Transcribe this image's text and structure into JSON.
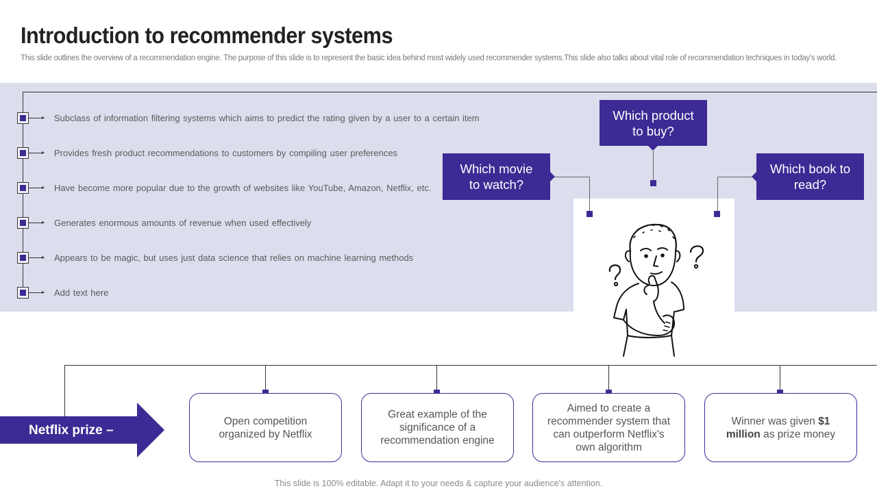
{
  "slide": {
    "title": "Introduction to recommender systems",
    "subtitle": "This slide outlines the overview of a recommendation engine. The purpose of this slide is to represent the basic idea behind most widely used recommender systems.This slide also talks about vital role of recommendation techniques in today's world.",
    "accent_color": "#3d2a94",
    "band_color": "#dcdeee"
  },
  "bullets": [
    {
      "icon": "square-bullet-icon",
      "text": "Subclass of information filtering systems which aims to predict the rating given by a user to a certain item"
    },
    {
      "icon": "square-bullet-icon",
      "text": "Provides fresh product recommendations to customers by compiling user preferences"
    },
    {
      "icon": "square-bullet-icon",
      "text": "Have become more popular due to the growth of websites like YouTube, Amazon, Netflix, etc."
    },
    {
      "icon": "square-bullet-icon",
      "text": "Generates enormous amounts of revenue when used effectively"
    },
    {
      "icon": "square-bullet-icon",
      "text": "Appears to be magic, but uses just data science that relies on machine learning methods"
    },
    {
      "icon": "square-bullet-icon",
      "text": "Add text here"
    }
  ],
  "questions": {
    "product": "Which product to buy?",
    "movie": "Which movie to watch?",
    "book": "Which book to read?"
  },
  "illustration": "confused-person-icon",
  "netflix": {
    "label": "Netflix prize –",
    "cards": [
      {
        "text": "Open competition organized by Netflix"
      },
      {
        "text": "Great example of the significance of a recommendation engine"
      },
      {
        "text": "Aimed to create a recommender system that can outperform Netflix's own algorithm"
      },
      {
        "text_before": "Winner was given ",
        "text_bold": "$1 million",
        "text_after": " as prize money"
      }
    ]
  },
  "footer": "This slide is 100% editable. Adapt it to your needs & capture your audience's attention."
}
